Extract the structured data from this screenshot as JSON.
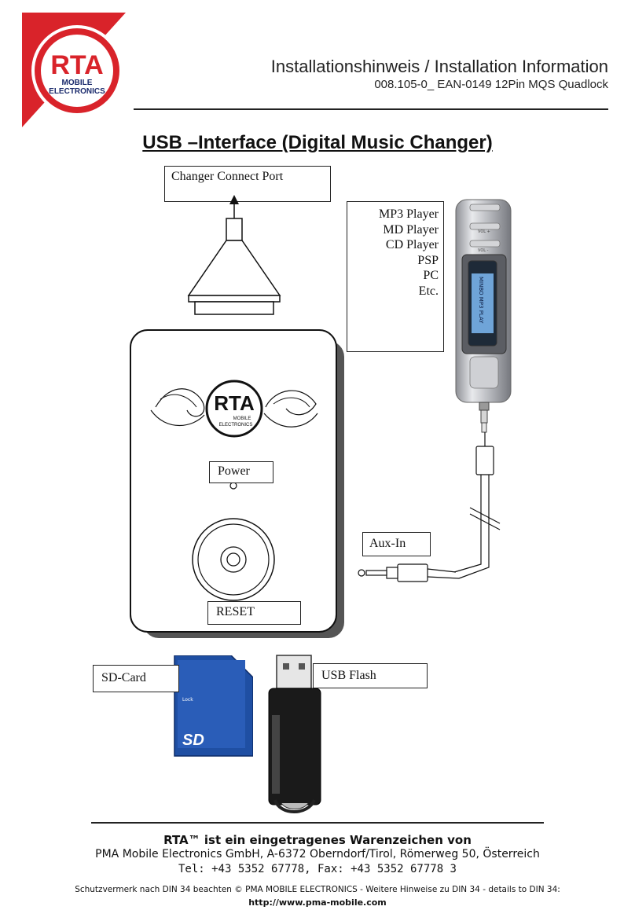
{
  "header": {
    "logo_text": "RTA",
    "logo_sub1": "MOBILE",
    "logo_sub2": "ELECTRONICS",
    "title": "Installationshinweis / Installation Information",
    "subtitle": "008.105-0_ EAN-0149 12Pin MQS Quadlock"
  },
  "main_title": "USB –Interface (Digital Music Changer)",
  "labels": {
    "changer_port": "Changer Connect Port",
    "power": "Power",
    "reset": "RESET",
    "aux_in": "Aux-In",
    "sd_card": "SD-Card",
    "usb_flash": "USB Flash",
    "sd_lock": "Lock",
    "sd_logo": "SD"
  },
  "device_list": [
    "MP3 Player",
    "MD Player",
    "CD Player",
    "PSP",
    "PC",
    "Etc."
  ],
  "device_logo": {
    "text": "RTA",
    "sub1": "MOBILE",
    "sub2": "ELECTRONICS"
  },
  "mp3_player": {
    "screen_text": "MINBO MP3 PLAY",
    "vol_plus": "VOL +",
    "vol_minus": "VOL -"
  },
  "footer": {
    "line1": "RTA™ ist ein eingetragenes Warenzeichen von",
    "line2": "PMA Mobile Electronics GmbH, A-6372 Oberndorf/Tirol, Römerweg 50, Österreich",
    "line3": "Tel: +43 5352 67778, Fax: +43 5352 67778 3",
    "line4": "Schutzvermerk nach DIN 34 beachten © PMA MOBILE ELECTRONICS - Weitere Hinweise zu DIN 34 - details to DIN 34:",
    "line5": "http://www.pma-mobile.com"
  },
  "colors": {
    "logo_red": "#d9232a",
    "sd_blue": "#1f4fa3",
    "usb_black": "#1a1a1a"
  }
}
